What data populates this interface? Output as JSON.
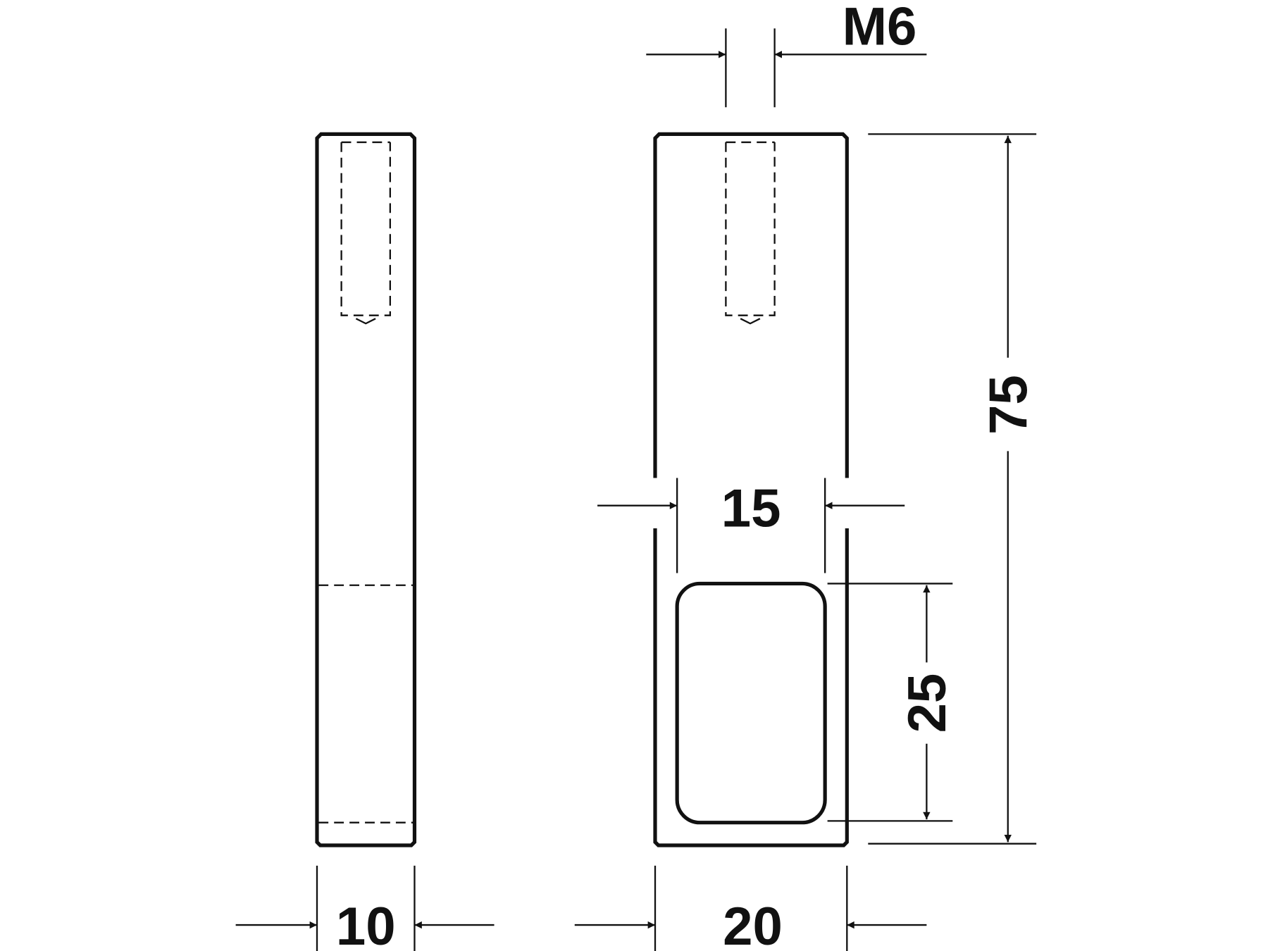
{
  "title": "Technical drawing – bracket with M6 thread and rectangular tube opening",
  "dimensions": {
    "thread": "M6",
    "depth_width": "10",
    "width": "20",
    "height": "75",
    "opening_width": "15",
    "opening_height": "25"
  },
  "colors": {
    "line": "#111111",
    "background": "#ffffff"
  }
}
